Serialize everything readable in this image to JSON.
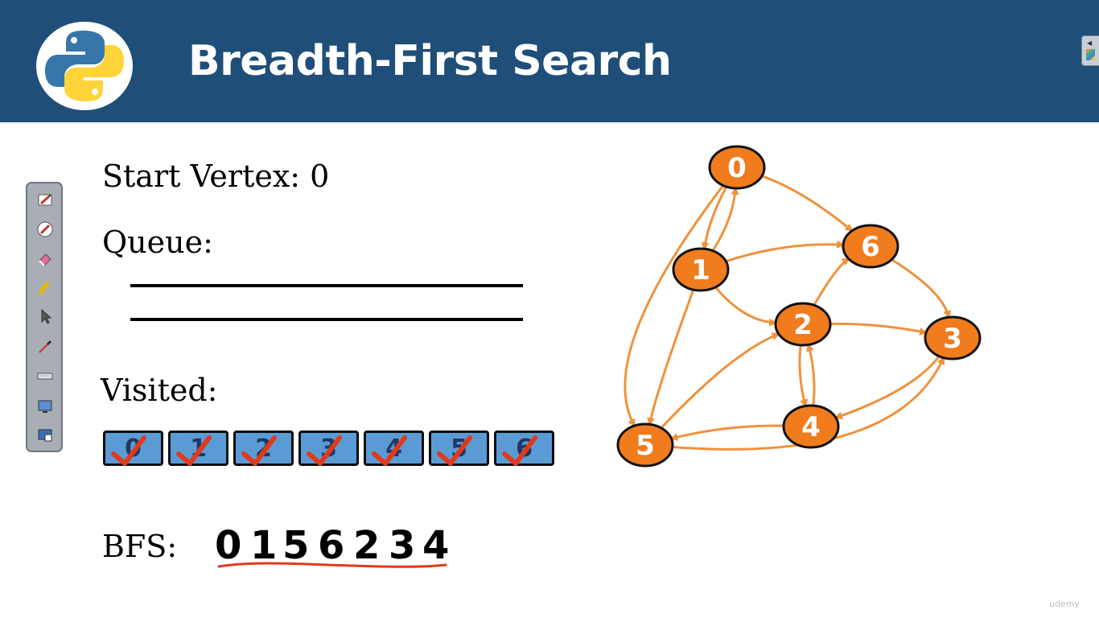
{
  "header": {
    "title": "Breadth-First Search",
    "bg_color": "#1f4e79",
    "logo_icon": "python-logo-icon"
  },
  "toolbar": {
    "tools": [
      {
        "name": "pen-edit-icon"
      },
      {
        "name": "compass-pen-icon"
      },
      {
        "name": "eraser-icon"
      },
      {
        "name": "highlighter-icon"
      },
      {
        "name": "pointer-arrow-icon"
      },
      {
        "name": "laser-pointer-icon"
      },
      {
        "name": "keyboard-icon"
      },
      {
        "name": "screen-icon"
      },
      {
        "name": "screen-save-icon"
      }
    ]
  },
  "labels": {
    "start_vertex": "Start Vertex: 0",
    "queue": "Queue:",
    "visited": "Visited:",
    "bfs": "BFS:"
  },
  "visited": {
    "box_color": "#5b9bd5",
    "check_color": "#e03a1a",
    "items": [
      {
        "label": "0",
        "checked": true
      },
      {
        "label": "1",
        "checked": true
      },
      {
        "label": "2",
        "checked": true
      },
      {
        "label": "3",
        "checked": true
      },
      {
        "label": "4",
        "checked": true
      },
      {
        "label": "5",
        "checked": true
      },
      {
        "label": "6",
        "checked": true
      }
    ]
  },
  "bfs_order": [
    "0",
    "1",
    "5",
    "6",
    "2",
    "3",
    "4"
  ],
  "bfs_underline_color": "#e03a1a",
  "graph": {
    "node_color": "#f07c1e",
    "edge_color": "#f0913c",
    "nodes": [
      {
        "id": "0",
        "label": "0"
      },
      {
        "id": "1",
        "label": "1"
      },
      {
        "id": "2",
        "label": "2"
      },
      {
        "id": "3",
        "label": "3"
      },
      {
        "id": "4",
        "label": "4"
      },
      {
        "id": "5",
        "label": "5"
      },
      {
        "id": "6",
        "label": "6"
      }
    ],
    "edges": [
      {
        "from": "0",
        "to": "1"
      },
      {
        "from": "1",
        "to": "0"
      },
      {
        "from": "0",
        "to": "6"
      },
      {
        "from": "0",
        "to": "5"
      },
      {
        "from": "1",
        "to": "6"
      },
      {
        "from": "1",
        "to": "2"
      },
      {
        "from": "1",
        "to": "5"
      },
      {
        "from": "2",
        "to": "6"
      },
      {
        "from": "2",
        "to": "3"
      },
      {
        "from": "2",
        "to": "4"
      },
      {
        "from": "4",
        "to": "2"
      },
      {
        "from": "6",
        "to": "3"
      },
      {
        "from": "3",
        "to": "4"
      },
      {
        "from": "4",
        "to": "5"
      },
      {
        "from": "5",
        "to": "2"
      },
      {
        "from": "5",
        "to": "3"
      }
    ]
  },
  "watermark": "udemy"
}
